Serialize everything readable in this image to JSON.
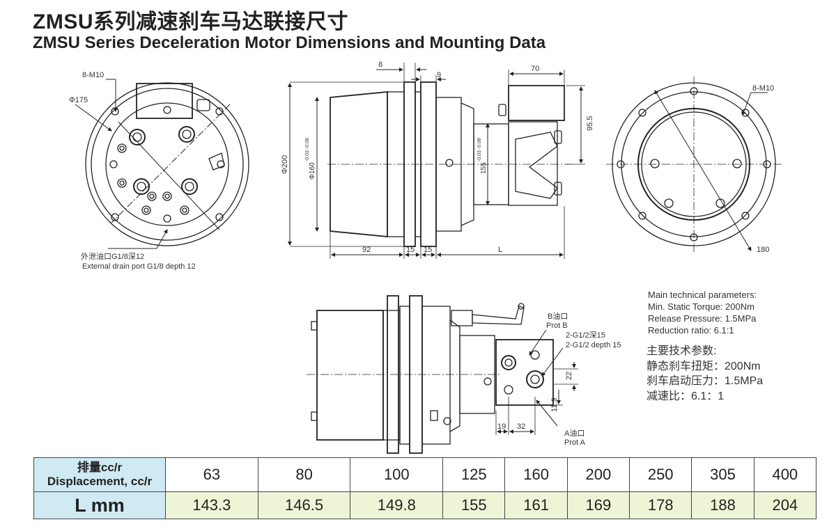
{
  "title": {
    "cn": "ZMSU系列减速刹车马达联接尺寸",
    "en": "ZMSU Series Deceleration Motor Dimensions and Mounting Data"
  },
  "front_view": {
    "bolt_label": "8-M10",
    "pcd_label": "Φ175",
    "drain_cn": "外泄油口G1/8深12",
    "drain_en": "External drain port G1/8 depth 12"
  },
  "side_view": {
    "dim_8": "8",
    "dim_9": "9",
    "dim_70": "70",
    "dim_95_5": "95.5",
    "dia_200": "Φ200",
    "dia_160": "Φ160",
    "tol_160": "-0.03 -0.08",
    "dia_155": "155",
    "tol_155": "-0.03 -0.08",
    "dim_92": "92",
    "dim_15a": "15",
    "dim_15b": "15",
    "dim_L": "L"
  },
  "rear_view": {
    "bolt_label": "8-M10",
    "dim_180": "180"
  },
  "bottom_view": {
    "port_b_cn": "B油口",
    "port_b_en": "Prot B",
    "port_2g_cn": "2-G1/2深15",
    "port_2g_en": "2-G1/2 depth 15",
    "dim_22": "22",
    "dim_11_9": "11.9",
    "dim_19": "19",
    "dim_32": "32",
    "port_a_cn": "A油口",
    "port_a_en": "Prot A"
  },
  "params_en": [
    "Main technical parameters:",
    "Min. Static Torque: 200Nm",
    "Release Pressure: 1.5MPa",
    "Reduction ratio: 6.1:1"
  ],
  "params_cn": [
    "主要技术参数:",
    "静态刹车扭矩：200Nm",
    "刹车启动压力：1.5MPa",
    "减速比：6.1：1"
  ],
  "table": {
    "header_cn": "排量cc/r",
    "header_en": "Displacement, cc/r",
    "row2_label": "L mm",
    "displacement": [
      "63",
      "80",
      "100",
      "125",
      "160",
      "200",
      "250",
      "305",
      "400"
    ],
    "length": [
      "143.3",
      "146.5",
      "149.8",
      "155",
      "161",
      "169",
      "178",
      "188",
      "204"
    ]
  },
  "colors": {
    "header_bg": "#cfeaf3",
    "row2_bg": "#eef5d6",
    "line": "#222222"
  }
}
